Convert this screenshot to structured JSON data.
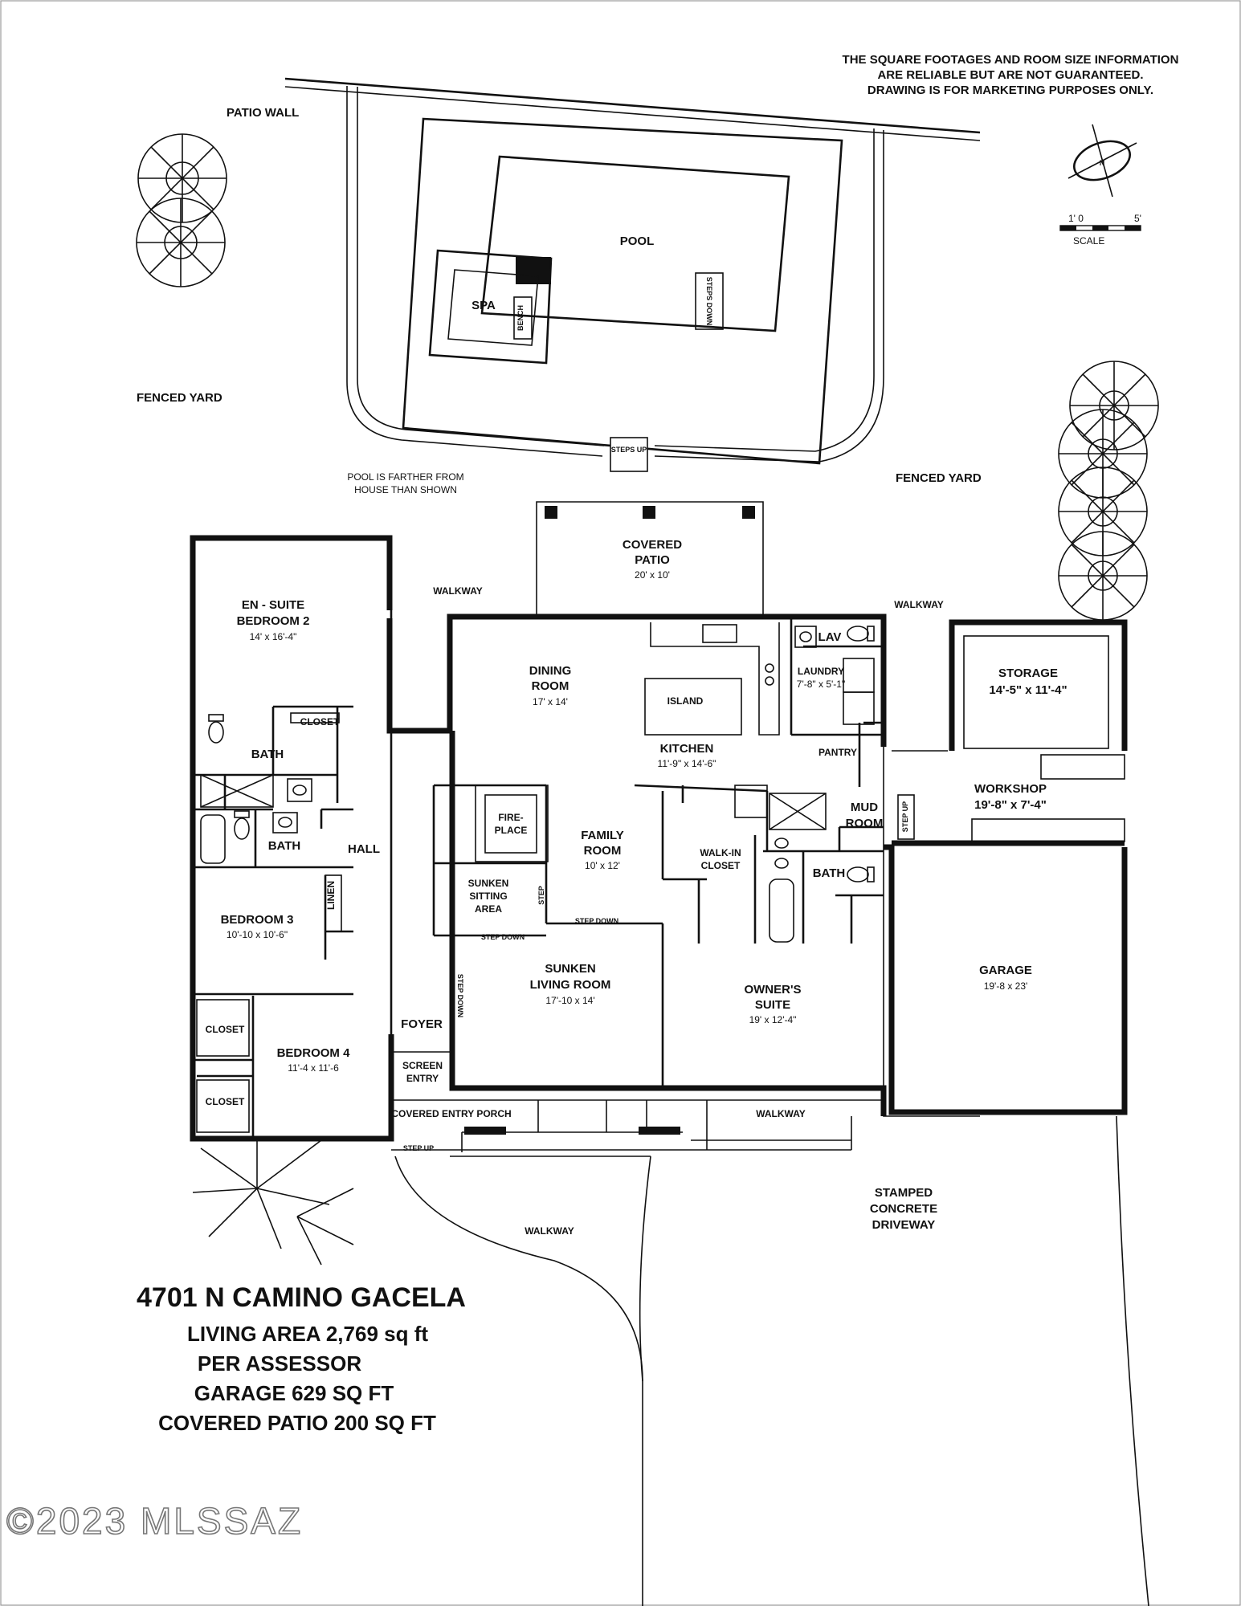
{
  "disclaimer": {
    "line1": "THE SQUARE FOOTAGES AND ROOM SIZE INFORMATION",
    "line2": "ARE RELIABLE BUT ARE NOT GUARANTEED.",
    "line3": "DRAWING IS FOR MARKETING PURPOSES ONLY."
  },
  "scale": {
    "left": "1' 0",
    "right": "5'",
    "label": "SCALE"
  },
  "yard": {
    "patio_wall": "PATIO WALL",
    "fenced_yard_left": "FENCED YARD",
    "fenced_yard_right": "FENCED YARD",
    "pool": "POOL",
    "spa": "SPA",
    "bench": "BENCH",
    "pool_steps": "STEPS DOWN",
    "yard_steps": "STEPS UP",
    "pool_note1": "POOL IS FARTHER FROM",
    "pool_note2": "HOUSE THAN SHOWN",
    "walkway_left": "WALKWAY",
    "walkway_right": "WALKWAY",
    "walkway_front": "WALKWAY",
    "walkway_bottom": "WALKWAY",
    "driveway1": "STAMPED",
    "driveway2": "CONCRETE",
    "driveway3": "DRIVEWAY"
  },
  "rooms": {
    "covered_patio": {
      "name1": "COVERED",
      "name2": "PATIO",
      "size": "20' x 10'"
    },
    "bedroom2": {
      "name1": "EN - SUITE",
      "name2": "BEDROOM 2",
      "size": "14' x 16'-4\""
    },
    "closet_b2": "CLOSET",
    "bath1": "BATH",
    "bath2": "BATH",
    "hall": "HALL",
    "linen": "LINEN",
    "bedroom3": {
      "name": "BEDROOM 3",
      "size": "10'-10 x 10'-6\""
    },
    "closet_b4a": "CLOSET",
    "closet_b4b": "CLOSET",
    "bedroom4": {
      "name": "BEDROOM 4",
      "size": "11'-4 x 11'-6"
    },
    "foyer": "FOYER",
    "screen_entry1": "SCREEN",
    "screen_entry2": "ENTRY",
    "covered_entry_porch": "COVERED ENTRY PORCH",
    "front_step": "STEP UP",
    "dining": {
      "name1": "DINING",
      "name2": "ROOM",
      "size": "17' x 14'"
    },
    "island": "ISLAND",
    "kitchen": {
      "name": "KITCHEN",
      "size": "11'-9\" x 14'-6\""
    },
    "lav": "LAV",
    "laundry": {
      "name": "LAUNDRY",
      "size": "7'-8\" x 5'-1\""
    },
    "pantry": "PANTRY",
    "mud_room1": "MUD",
    "mud_room2": "ROOM",
    "fireplace1": "FIRE-",
    "fireplace2": "PLACE",
    "family": {
      "name1": "FAMILY",
      "name2": "ROOM",
      "size": "10' x 12'"
    },
    "sitting": {
      "name1": "SUNKEN",
      "name2": "SITTING",
      "name3": "AREA"
    },
    "step_sitting": "STEP",
    "step_down1": "STEP DOWN",
    "step_down2": "STEP DOWN",
    "step_down3": "STEP DOWN",
    "living": {
      "name1": "SUNKEN",
      "name2": "LIVING ROOM",
      "size": "17'-10 x 14'"
    },
    "walkin_closet1": "WALK-IN",
    "walkin_closet2": "CLOSET",
    "bath3": "BATH",
    "owners_suite": {
      "name1": "OWNER'S",
      "name2": "SUITE",
      "size": "19' x 12'-4\""
    },
    "storage": {
      "name": "STORAGE",
      "size": "14'-5\" x 11'-4\""
    },
    "workshop": {
      "name": "WORKSHOP",
      "size": "19'-8\" x 7'-4\""
    },
    "step_up_workshop": "STEP UP",
    "garage": {
      "name": "GARAGE",
      "size": "19'-8 x 23'"
    }
  },
  "summary": {
    "address": "4701 N CAMINO GACELA",
    "living_area": "LIVING AREA 2,769 sq ft",
    "per_assessor": "PER ASSESSOR",
    "garage": "GARAGE 629 SQ FT",
    "covered_patio": "COVERED PATIO 200 SQ FT"
  },
  "watermark": "©2023 MLSSAZ"
}
